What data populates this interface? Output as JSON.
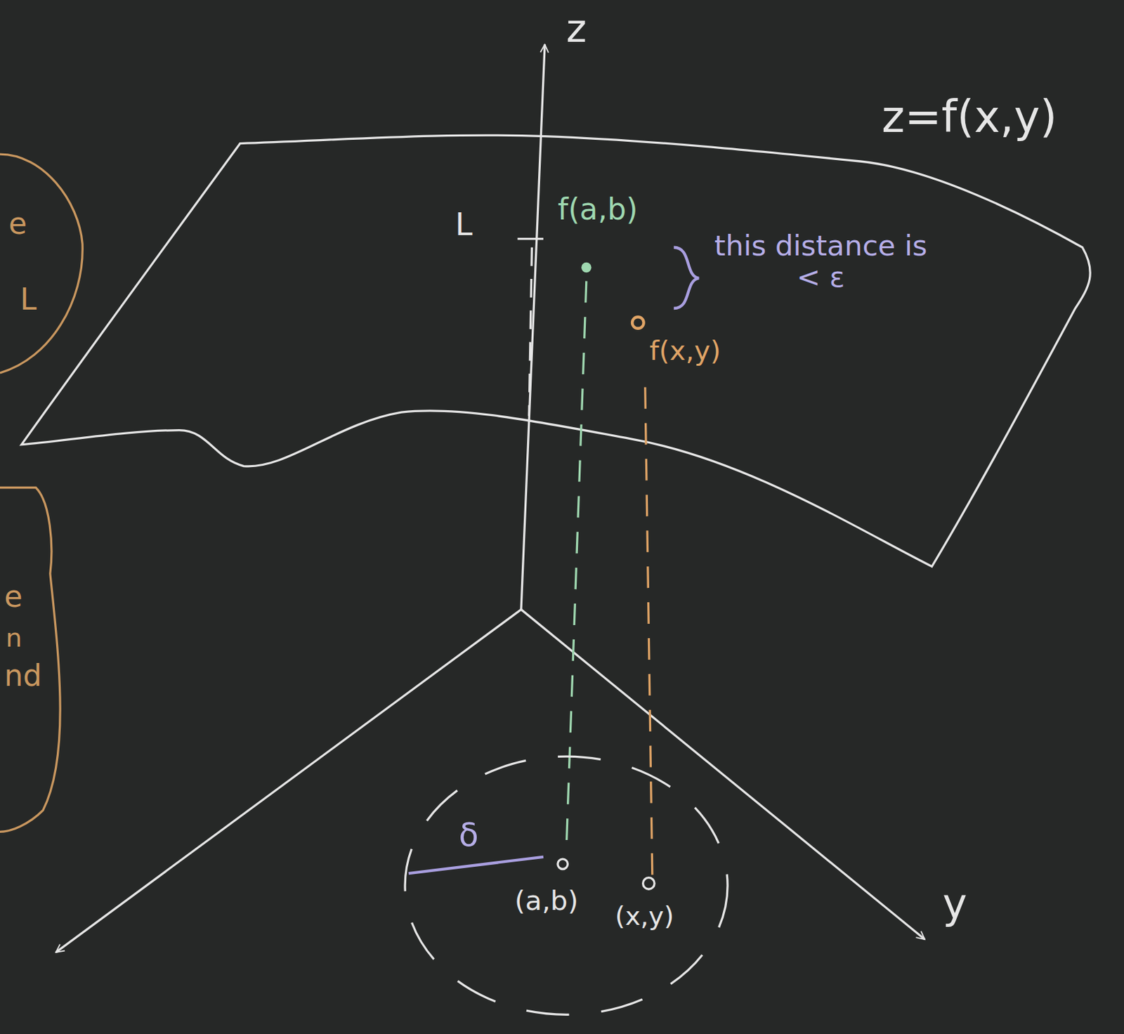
{
  "diagram": {
    "labels": [
      "z",
      "z=f(x,y)",
      "L",
      "f(a,b)",
      "this distance is < ε",
      "f(x,y)",
      "δ",
      "(a,b)",
      "(x,y)",
      "y",
      "e",
      "L",
      "e",
      "n",
      "nd"
    ]
  }
}
